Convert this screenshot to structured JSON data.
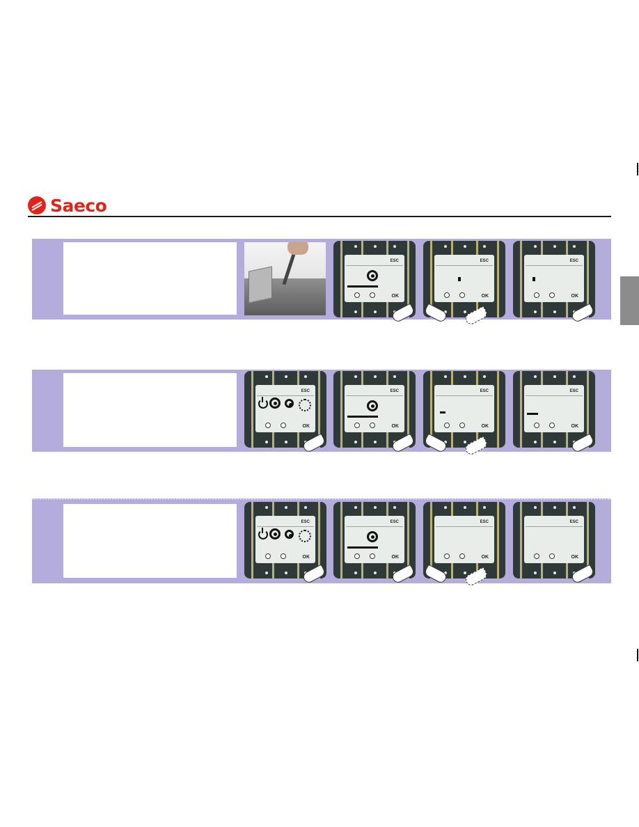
{
  "brand": {
    "name": "Saeco",
    "color": "#e2231a"
  },
  "colors": {
    "band": "#b4addb",
    "rule": "#1a1a1a",
    "side_tab": "#8c8c8c"
  },
  "rows": [
    {
      "screens": [
        {
          "esc": "ESC",
          "ok": "OK",
          "content": "swirl-bar",
          "finger": "right"
        },
        {
          "esc": "ESC",
          "ok": "OK",
          "content": "cursor",
          "finger": "left-dashed"
        },
        {
          "esc": "ESC",
          "ok": "OK",
          "content": "cursor",
          "finger": "right"
        }
      ]
    },
    {
      "screens": [
        {
          "esc": "ESC",
          "ok": "OK",
          "content": "icons",
          "finger": "right"
        },
        {
          "esc": "ESC",
          "ok": "OK",
          "content": "swirl-bar",
          "finger": "right"
        },
        {
          "esc": "ESC",
          "ok": "OK",
          "content": "cursor",
          "finger": "left-dashed"
        },
        {
          "esc": "ESC",
          "ok": "OK",
          "content": "bar",
          "finger": "right"
        }
      ]
    },
    {
      "screens": [
        {
          "esc": "ESC",
          "ok": "OK",
          "content": "icons",
          "finger": "right"
        },
        {
          "esc": "ESC",
          "ok": "OK",
          "content": "swirl-bar",
          "finger": "right"
        },
        {
          "esc": "ESC",
          "ok": "OK",
          "content": "blank",
          "finger": "left-dashed"
        },
        {
          "esc": "ESC",
          "ok": "OK",
          "content": "blank",
          "finger": "right"
        }
      ]
    }
  ]
}
